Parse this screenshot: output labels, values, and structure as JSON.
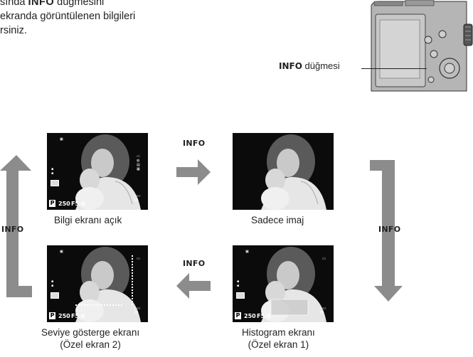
{
  "intro": {
    "line1_pre": "sında ",
    "line1_bold": "INFO",
    "line1_post": " düğmesini",
    "line2": "ekranda görüntülenen bilgileri",
    "line3": "rsiniz."
  },
  "camera": {
    "button_label_bold": "INFO",
    "button_label_rest": " düğmesi",
    "icon": "camera-back-icon"
  },
  "screens": {
    "info_on": {
      "caption": "Bilgi ekranı açık",
      "mode": "P",
      "shutter": "250",
      "aperture": "F5.6"
    },
    "image_only": {
      "caption": "Sadece imaj"
    },
    "histogram": {
      "caption_line1": "Histogram ekranı",
      "caption_line2": "(Özel ekran 1)",
      "mode": "P",
      "shutter": "250",
      "aperture": "F5.6"
    },
    "level": {
      "caption_line1": "Seviye gösterge ekranı",
      "caption_line2": "(Özel ekran 2)",
      "mode": "P",
      "shutter": "250",
      "aperture": "F5.6"
    }
  },
  "arrows": {
    "top_label": "INFO",
    "right_label": "INFO",
    "bottom_label": "INFO",
    "left_label": "INFO",
    "color": "#8c8c8c"
  }
}
